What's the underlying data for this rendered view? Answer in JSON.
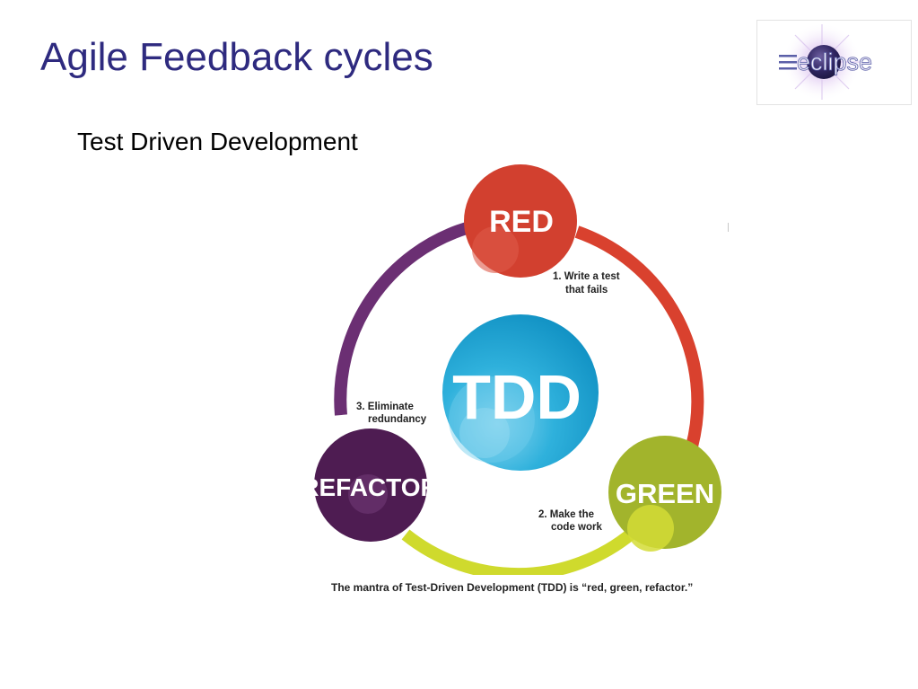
{
  "slide": {
    "title": "Agile Feedback cycles",
    "subtitle": "Test Driven Development"
  },
  "logo": {
    "text": "eclipse"
  },
  "diagram": {
    "center_label": "TDD",
    "stages": [
      {
        "label": "RED",
        "step": [
          "1. Write a test",
          "that fails"
        ],
        "color": "#d2402f",
        "arc_color": "#d9412e"
      },
      {
        "label": "GREEN",
        "step": [
          "2. Make the",
          "code work"
        ],
        "color": "#a2b42c",
        "arc_color": "#cfda2d"
      },
      {
        "label": "REFACTOR",
        "step": [
          "3. Eliminate",
          "redundancy"
        ],
        "color": "#4e1c52",
        "arc_color": "#6b2f73"
      }
    ],
    "center_color": "#1d93c3",
    "caption": "The mantra of Test-Driven Development (TDD) is “red, green, refactor.”"
  },
  "colors": {
    "title": "#2e2a7f",
    "logo_text": "#5b5fa8"
  }
}
